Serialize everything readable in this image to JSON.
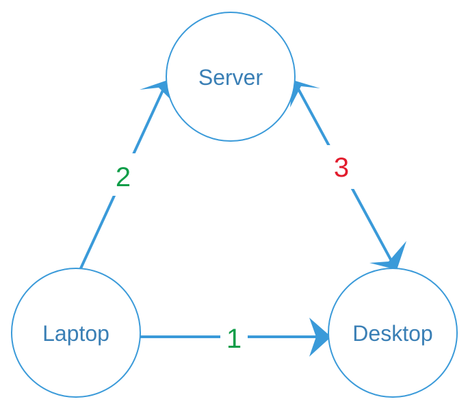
{
  "colors": {
    "node_stroke": "#3a9ad9",
    "node_text": "#3a7fb5",
    "edge": "#3a9ad9",
    "label_green": "#0e9d48",
    "label_red": "#e21b2c"
  },
  "nodes": {
    "server": {
      "label": "Server"
    },
    "laptop": {
      "label": "Laptop"
    },
    "desktop": {
      "label": "Desktop"
    }
  },
  "edges": {
    "laptop_desktop": {
      "label": "1",
      "color": "#0e9d48",
      "direction": "laptop-to-desktop"
    },
    "laptop_server": {
      "label": "2",
      "color": "#0e9d48",
      "direction": "laptop-to-server"
    },
    "server_desktop": {
      "label": "3",
      "color": "#e21b2c",
      "direction": "bidirectional"
    }
  }
}
